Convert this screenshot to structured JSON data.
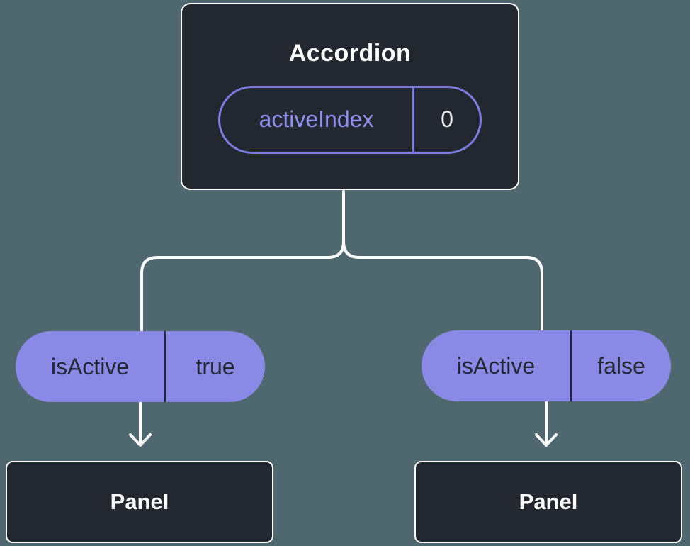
{
  "tree": {
    "root": {
      "label": "Accordion",
      "state": {
        "name": "activeIndex",
        "value": "0"
      }
    },
    "children": [
      {
        "prop": {
          "name": "isActive",
          "value": "true"
        },
        "label": "Panel"
      },
      {
        "prop": {
          "name": "isActive",
          "value": "false"
        },
        "label": "Panel"
      }
    ]
  },
  "colors": {
    "background": "#4f676e",
    "node_fill": "#23272f",
    "node_border": "#ffffff",
    "pill_fill": "#8a8ae6",
    "pill_stroke": "#7c7ce0",
    "prop_text": "#8f8ff0",
    "value_text": "#ebecf0",
    "dark_text": "#23272f",
    "connector": "#ffffff"
  }
}
